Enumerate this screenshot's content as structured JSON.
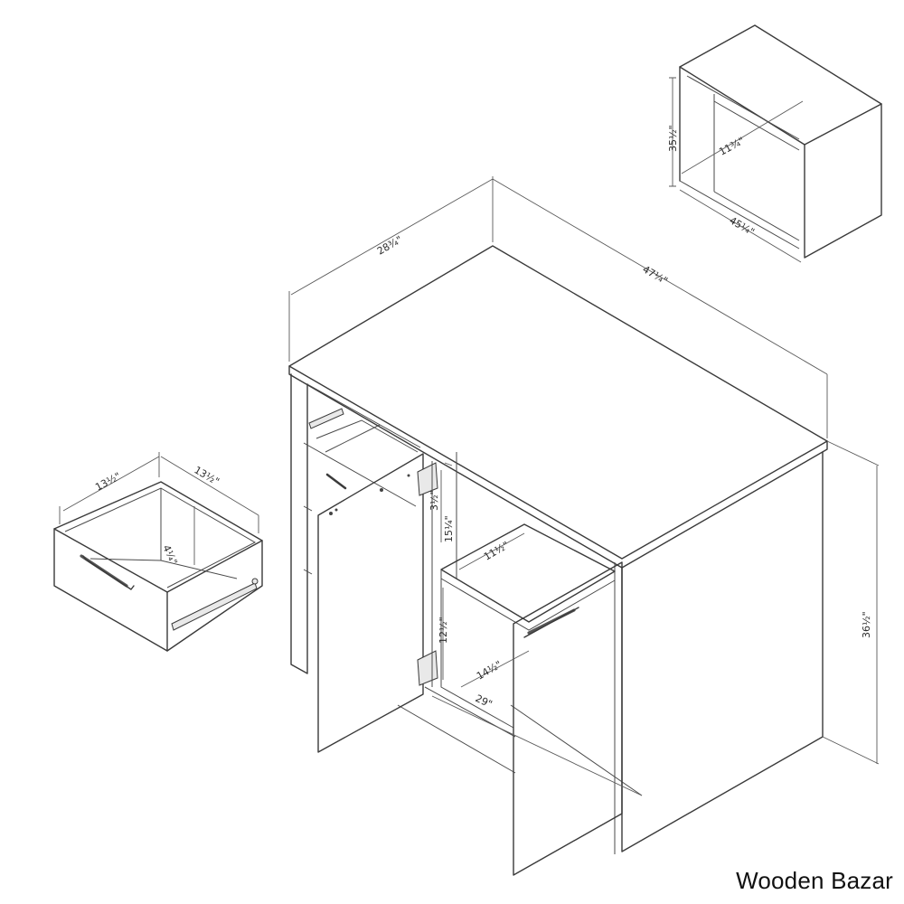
{
  "watermark": "Wooden Bazar",
  "dimensions": {
    "top_depth": "28¾\"",
    "top_width": "47¼\"",
    "overall_height": "36½\"",
    "drawer_width": "13½\"",
    "drawer_depth": "13½\"",
    "drawer_height": "4¼\"",
    "shelf_top_height": "3½\"",
    "upper_opening_height": "15¼\"",
    "upper_opening_depth": "11½\"",
    "lower_opening_height": "12½\"",
    "lower_opening_depth": "14½\"",
    "inner_width": "29\"",
    "clearance_height": "35½\"",
    "clearance_depth": "11¾\"",
    "clearance_width": "45¼\""
  }
}
